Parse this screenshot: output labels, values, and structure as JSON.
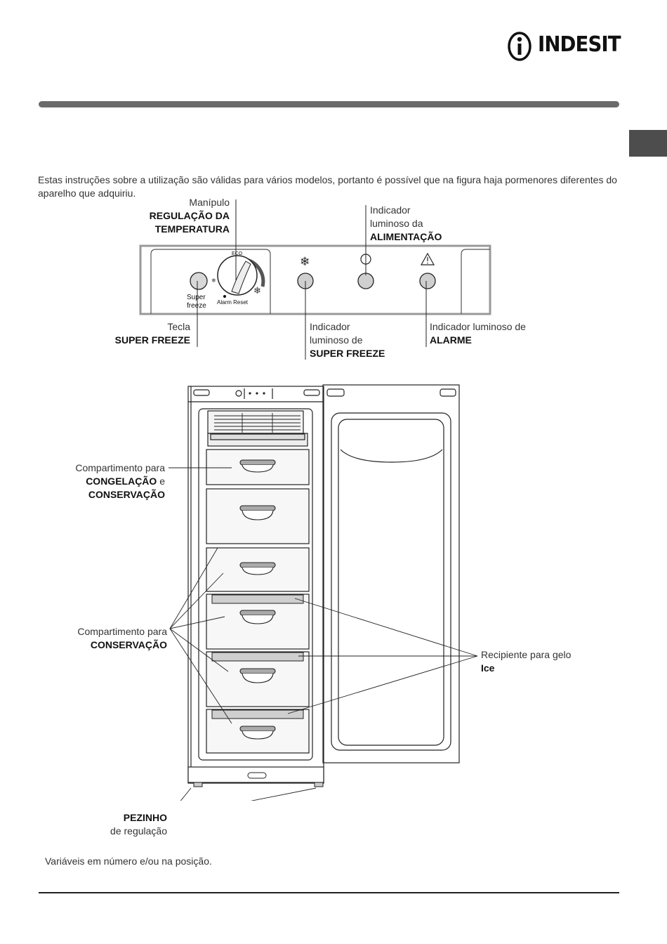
{
  "brand": {
    "name": "INDESIT"
  },
  "intro": "Estas instruções sobre a utilização são válidas para vários modelos, portanto é possível que na figura haja pormenores diferentes do aparelho que adquiriu.",
  "control_panel": {
    "dial": {
      "line1": "Manípulo",
      "line2": "REGULAÇÃO DA",
      "line3": "TEMPERATURA"
    },
    "power_indicator": {
      "line1": "Indicador",
      "line2": "luminoso da",
      "line3": "ALIMENTAÇÃO"
    },
    "super_freeze_key": {
      "line1": "Tecla",
      "line2": "SUPER FREEZE"
    },
    "super_freeze_indicator": {
      "line1": "Indicador",
      "line2": "luminoso de",
      "line3": "SUPER FREEZE"
    },
    "alarm_indicator": {
      "line1": "Indicador luminoso de",
      "line2": "ALARME"
    },
    "panel_text": {
      "super": "Super",
      "freeze": "freeze",
      "eco": "ECO",
      "alarm_reset": "Alarm Reset"
    }
  },
  "appliance": {
    "freezing_compartment": {
      "line1": "Compartimento para",
      "bold1": "CONGELAÇÃO",
      "connector": " e",
      "bold2": "CONSERVAÇÃO"
    },
    "storage_compartment": {
      "line1": "Compartimento para",
      "line2": "CONSERVAÇÃO"
    },
    "ice_tray": {
      "line1": "Recipiente para gelo",
      "line2": "Ice"
    },
    "feet": {
      "line1": "PEZINHO",
      "line2": "de regulação"
    }
  },
  "footnote": "Variáveis em número e/ou na posição."
}
